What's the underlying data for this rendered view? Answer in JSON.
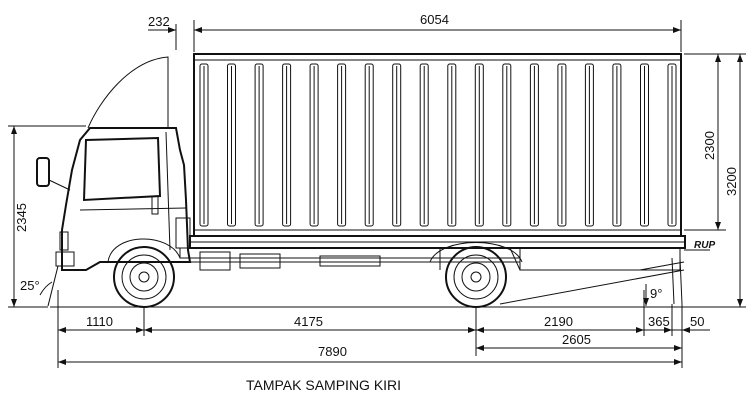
{
  "caption": "TAMPAK SAMPING KIRI",
  "dims": {
    "cab_overhang": "232",
    "body_length": "6054",
    "cargo_height": "2300",
    "total_height": "3200",
    "cab_height": "2345",
    "front_overhang": "1110",
    "wheelbase": "4175",
    "rear_to_body": "2190",
    "rear_step": "365",
    "rear_end": "50",
    "overall_length": "7890",
    "rear_overhang": "2605"
  },
  "angles": {
    "approach": "25°",
    "departure": "9°"
  },
  "labels": {
    "rup": "RUP"
  }
}
